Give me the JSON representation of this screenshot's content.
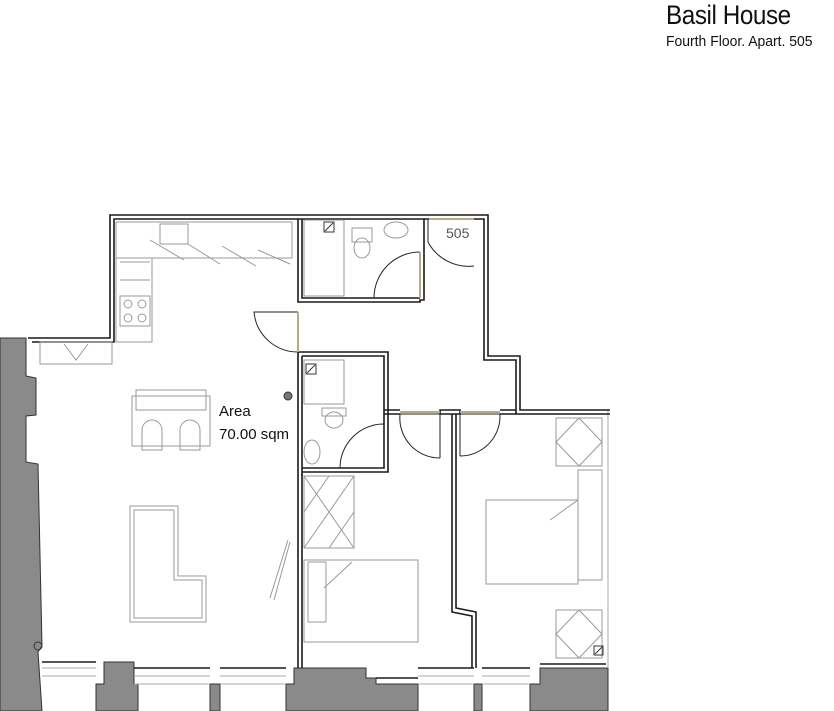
{
  "header": {
    "title": "Basil House",
    "subtitle": "Fourth Floor. Apart. 505"
  },
  "plan": {
    "unit_number": "505",
    "area_label": "Area",
    "area_value": "70.00 sqm"
  },
  "colors": {
    "wall": "#1a1a1a",
    "furniture": "#9a9a9a",
    "masonry": "#8a8a8a",
    "door_leaf": "#b8a98a"
  }
}
